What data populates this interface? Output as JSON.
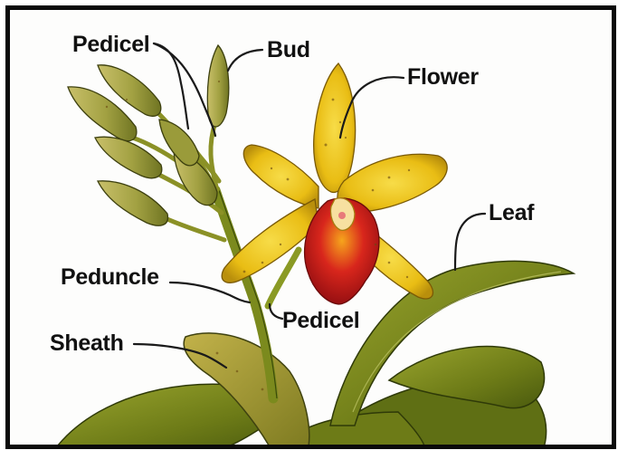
{
  "diagram": {
    "labels": {
      "pedicel_top": "Pedicel",
      "bud": "Bud",
      "flower": "Flower",
      "leaf": "Leaf",
      "peduncle": "Peduncle",
      "pedicel_bottom": "Pedicel",
      "sheath": "Sheath"
    },
    "colors": {
      "petal_yellow": "#f2c81c",
      "lip_red": "#c8141a",
      "leaf_green": "#7a8a1e",
      "bud_green": "#a6a84a",
      "frame": "#0b0b0b",
      "leader_line": "#1a1a1a"
    }
  }
}
